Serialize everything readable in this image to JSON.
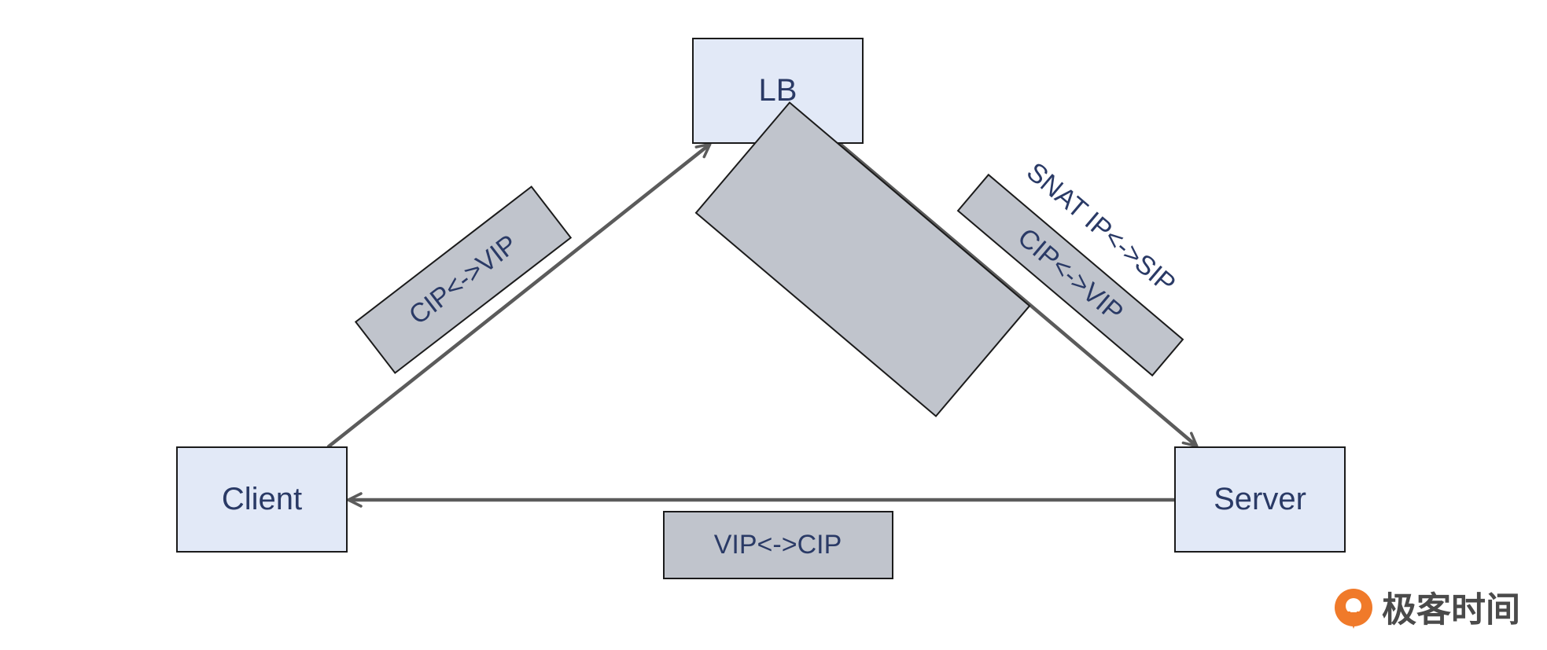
{
  "nodes": {
    "lb": "LB",
    "client": "Client",
    "server": "Server"
  },
  "edge_labels": {
    "client_to_lb": "CIP<->VIP",
    "lb_to_server_outer": "SNAT IP<->SIP",
    "lb_to_server_inner": "CIP<->VIP",
    "server_to_client": "VIP<->CIP"
  },
  "brand": {
    "logo_text": "极客时间",
    "accent_color": "#f07a2a"
  }
}
